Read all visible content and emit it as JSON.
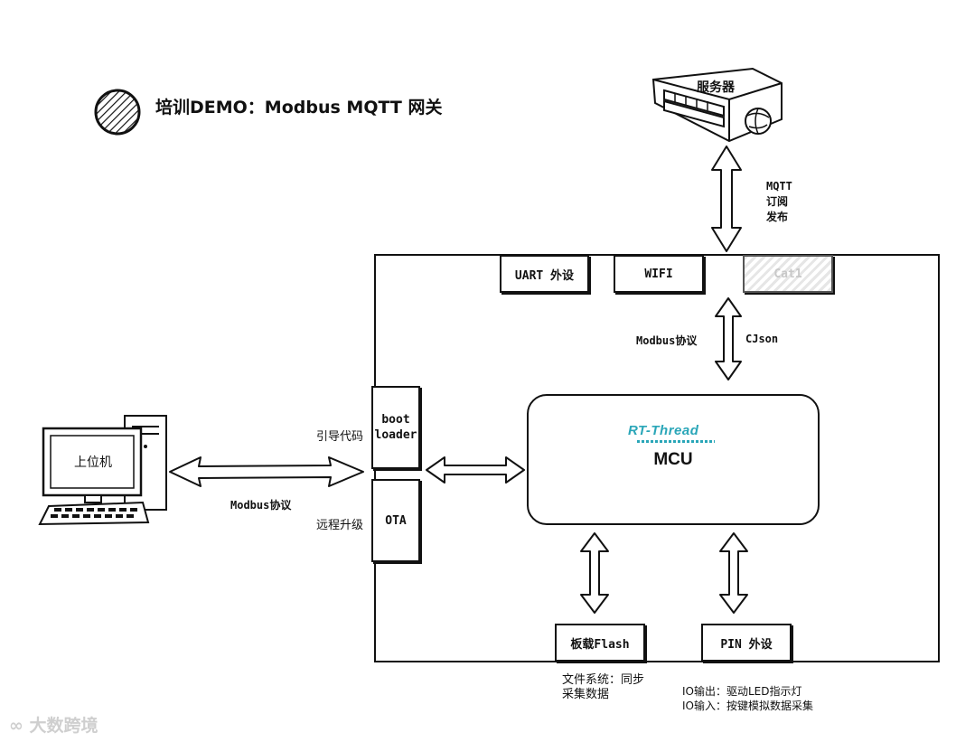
{
  "title": "培训DEMO：Modbus MQTT 网关",
  "server": {
    "label": "服务器"
  },
  "host": {
    "label": "上位机"
  },
  "links": {
    "server_link": "MQTT\n订阅\n发布",
    "mcu_link_left": "Modbus协议",
    "mcu_link_right": "CJson",
    "host_link": "Modbus协议"
  },
  "peripherals": {
    "uart": "UART 外设",
    "wifi": "WIFI",
    "cat1": "Cat1",
    "bootloader": "boot\nloader",
    "ota": "OTA",
    "flash": "板载Flash",
    "pin": "PIN 外设"
  },
  "side_labels": {
    "bootloader_note": "引导代码",
    "ota_note": "远程升级"
  },
  "mcu": {
    "logo": "RT-Thread",
    "label": "MCU"
  },
  "notes": {
    "flash_note": "文件系统：同步\n采集数据",
    "pin_note_1": "IO输出：驱动LED指示灯",
    "pin_note_2": "IO输入：按键模拟数据采集"
  },
  "watermark": "大数跨境"
}
